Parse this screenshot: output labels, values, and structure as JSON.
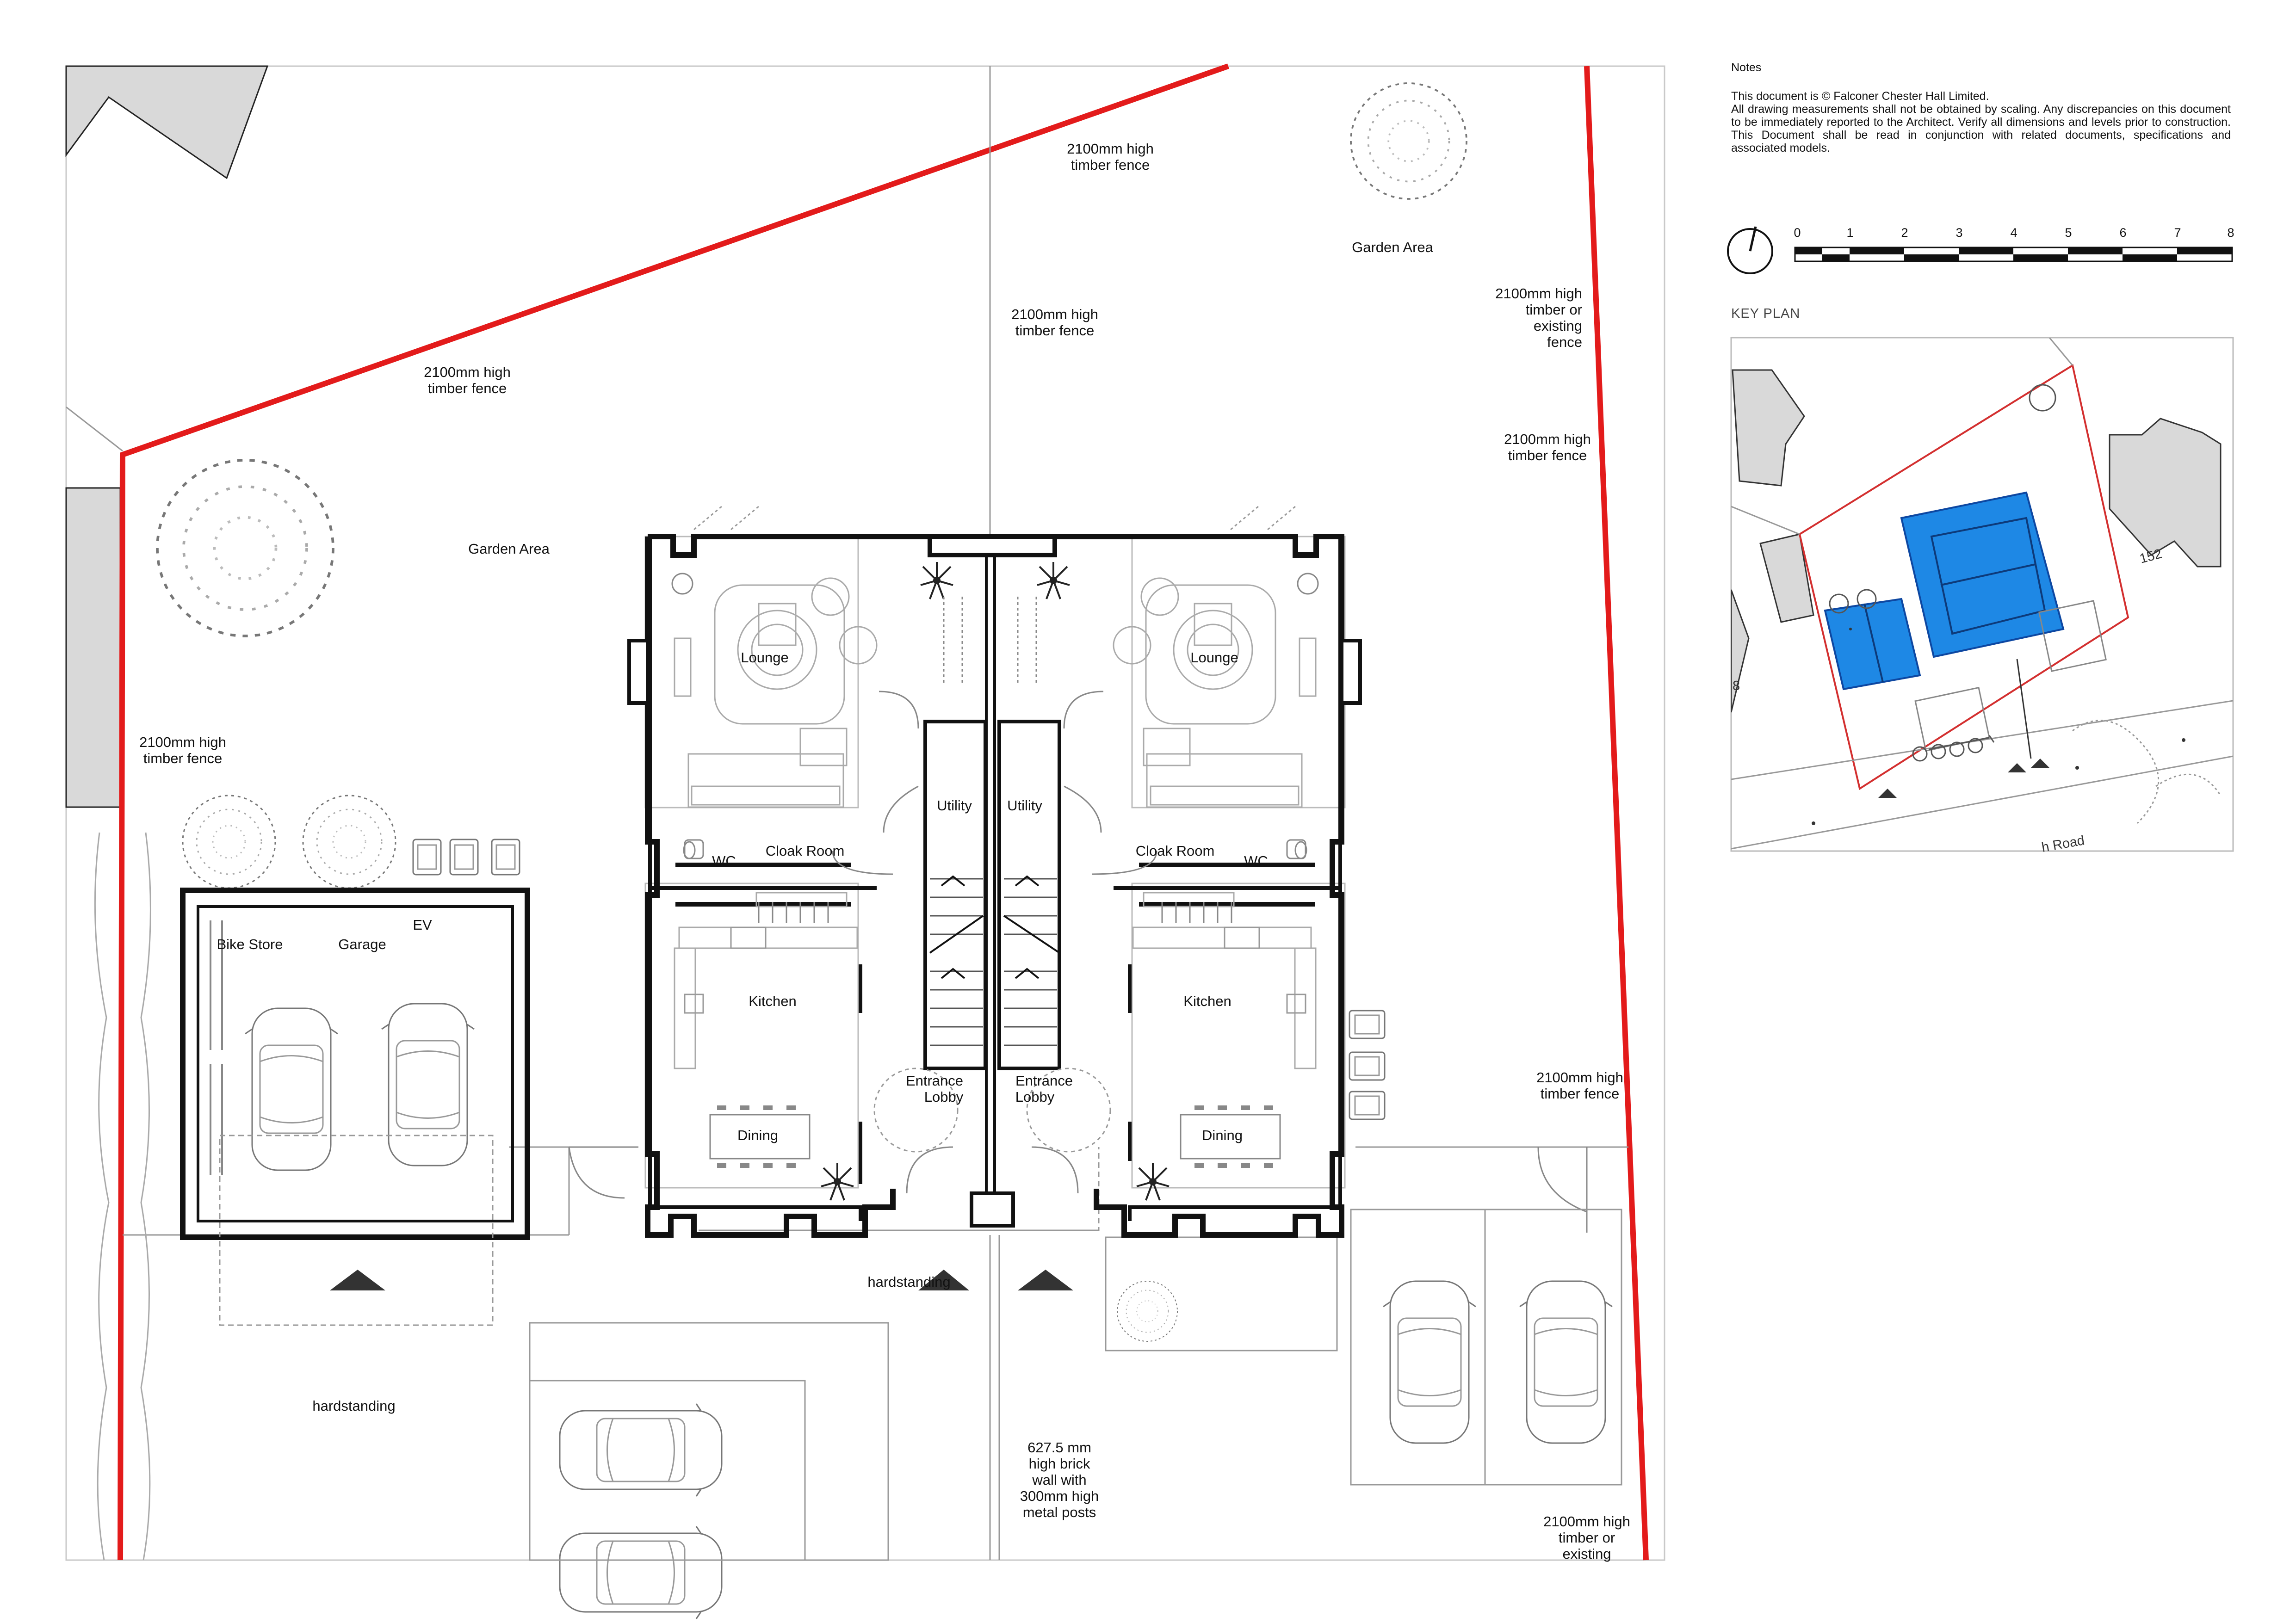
{
  "notes": {
    "title": "Notes",
    "body": "This document is © Falconer Chester Hall Limited.\nAll drawing measurements shall not be obtained by scaling. Any discrepancies on this document to be immediately reported to the Architect. Verify all dimensions and levels prior to construction. This Document shall be read in conjunction with related documents, specifications and associated models."
  },
  "scale_bar": {
    "ticks": [
      "0",
      "1",
      "2",
      "3",
      "4",
      "5",
      "6",
      "7",
      "8"
    ]
  },
  "key_plan": {
    "title": "KEY PLAN",
    "house_number": "152",
    "left_number": "8",
    "road_fragment": "h Road",
    "colors": {
      "proposed": "#1e88e5",
      "site_boundary": "#d32f2f",
      "neighbours": "#d9d9d9"
    }
  },
  "colors": {
    "site_boundary": "#e31b1b",
    "neighbour_buildings": "#d9d9d9",
    "walls": "#111111",
    "furniture": "#9a9a9a"
  },
  "plan_labels": {
    "fence_top_left": [
      "2100mm high",
      "timber fence"
    ],
    "fence_top_mid": [
      "2100mm high",
      "timber fence"
    ],
    "fence_mid": [
      "2100mm high",
      "timber fence"
    ],
    "fence_right_1": [
      "2100mm high",
      "timber or",
      "existing",
      "fence"
    ],
    "fence_right_2": [
      "2100mm high",
      "timber fence"
    ],
    "fence_left": [
      "2100mm high",
      "timber fence"
    ],
    "fence_right_3": [
      "2100mm high",
      "timber fence"
    ],
    "fence_bottom_right": [
      "2100mm high",
      "timber or",
      "existing"
    ],
    "brick_wall": [
      "627.5 mm",
      "high brick",
      "wall with",
      "300mm high",
      "metal posts"
    ],
    "garden_left": "Garden Area",
    "garden_right": "Garden Area",
    "bike_store": "Bike Store",
    "garage": "Garage",
    "ev": "EV",
    "hardstanding_left": "hardstanding",
    "hardstanding_mid": "hardstanding",
    "lounge_left": "Lounge",
    "lounge_right": "Lounge",
    "utility_left": "Utility",
    "utility_right": "Utility",
    "cloak_left": "Cloak Room",
    "cloak_right": "Cloak Room",
    "wc_left": "WC",
    "wc_right": "WC",
    "kitchen_left": "Kitchen",
    "kitchen_right": "Kitchen",
    "dining_left": "Dining",
    "dining_right": "Dining",
    "lobby_left": [
      "Entrance",
      "Lobby"
    ],
    "lobby_right": [
      "Entrance",
      "Lobby"
    ]
  }
}
